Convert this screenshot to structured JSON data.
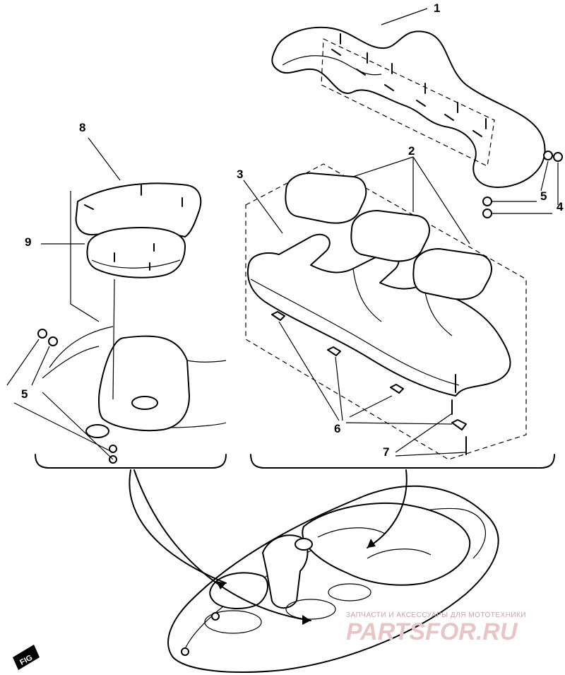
{
  "callouts": {
    "c1": "1",
    "c2": "2",
    "c3": "3",
    "c4": "4",
    "c5a": "5",
    "c5b": "5",
    "c6": "6",
    "c7": "7",
    "c8": "8",
    "c9": "9"
  },
  "watermark": {
    "tagline": "ЗАПЧАСТИ И АКСЕССУАРЫ ДЛЯ МОТОТЕХНИКИ",
    "brand": "PARTSFOR.RU"
  },
  "logo": {
    "text": "FIG"
  },
  "colors": {
    "line": "#000000",
    "background": "#ffffff",
    "watermark": "#e6c6c6"
  }
}
